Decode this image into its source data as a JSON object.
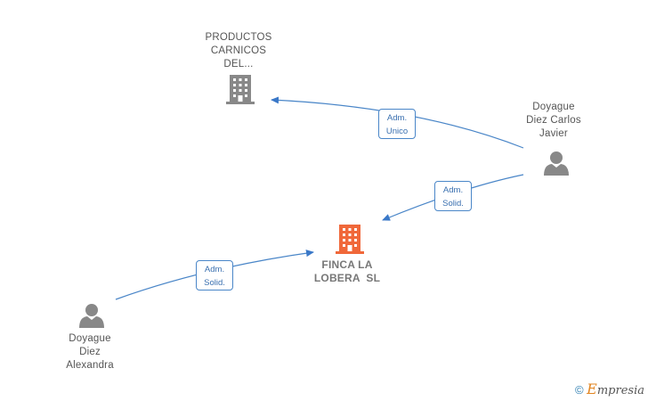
{
  "nodes": {
    "productos": {
      "lines": [
        "PRODUCTOS",
        "CARNICOS",
        "DEL..."
      ],
      "type": "company"
    },
    "finca": {
      "lines": [
        "FINCA LA",
        "LOBERA  SL"
      ],
      "type": "company-main"
    },
    "carlos": {
      "lines": [
        "Doyague",
        "Diez Carlos",
        "Javier"
      ],
      "type": "person"
    },
    "alexandra": {
      "lines": [
        "Doyague",
        "Diez",
        "Alexandra"
      ],
      "type": "person"
    }
  },
  "edges": {
    "carlos_productos": {
      "line1": "Adm.",
      "line2": "Unico"
    },
    "carlos_finca": {
      "line1": "Adm.",
      "line2": "Solid."
    },
    "alexandra_finca": {
      "line1": "Adm.",
      "line2": "Solid."
    }
  },
  "footer": {
    "copyright": "©",
    "brand_first": "E",
    "brand_rest": "mpresia"
  },
  "colors": {
    "edge": "#4a86c8",
    "company_icon": "#888888",
    "main_icon": "#f0683a",
    "person_icon": "#888888"
  }
}
